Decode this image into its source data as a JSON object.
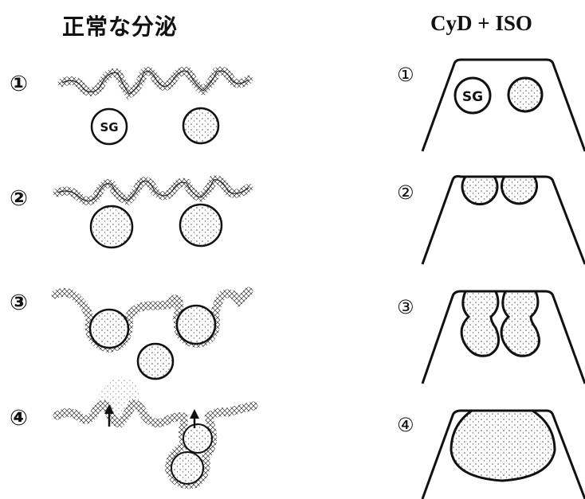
{
  "titles": {
    "left": "正常な分泌",
    "right": "CyD + ISO"
  },
  "step_markers": [
    "①",
    "②",
    "③",
    "④"
  ],
  "granule_label": "SG"
}
